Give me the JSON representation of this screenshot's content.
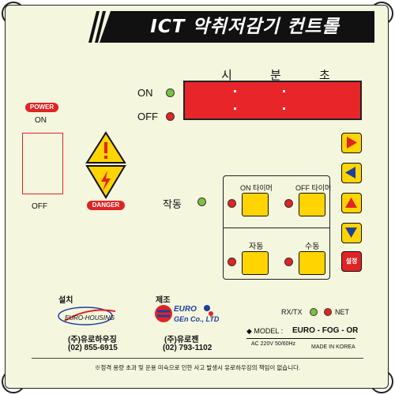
{
  "title": "ICT 악취저감기 컨트롤",
  "display": {
    "units": [
      "시",
      "분",
      "초"
    ],
    "on_label": "ON",
    "off_label": "OFF"
  },
  "power": {
    "badge": "POWER",
    "on_label": "ON",
    "off_label": "OFF"
  },
  "danger_label": "DANGER",
  "operation_label": "작동",
  "timer_panel": {
    "on_timer": "ON 타이머",
    "off_timer": "OFF 타이머",
    "auto": "자동",
    "manual": "수동"
  },
  "settings_button": "설정",
  "status": {
    "rxtx": "RX/TX",
    "net": "NET"
  },
  "installer": {
    "heading": "설치",
    "logo_text": "EURO-HOUSING",
    "company": "(주)유로하우징",
    "phone": "(02) 855-6915"
  },
  "manufacturer": {
    "heading": "제조",
    "logo_top": "EURO",
    "logo_bottom": "GEn Co., LTD",
    "company": "(주)유로젠",
    "phone": "(02) 793-1102"
  },
  "model": {
    "prefix": "◆ MODEL :",
    "name": "EURO - FOG - OR",
    "power": "AC 220V 50/60Hz",
    "origin": "MADE IN KOREA"
  },
  "footer_note": "※정격 용량 초과 및 운용 미숙으로 인한 사고 발생시 유로하우징의 책임이 없습니다.",
  "colors": {
    "panel": "#f4f6de",
    "display_red": "#e8262a",
    "button_yellow": "#ffd400",
    "led_green": "#7cc242",
    "led_red": "#e02424",
    "arrow_red": "#e02424",
    "arrow_blue": "#1f3f9e"
  }
}
